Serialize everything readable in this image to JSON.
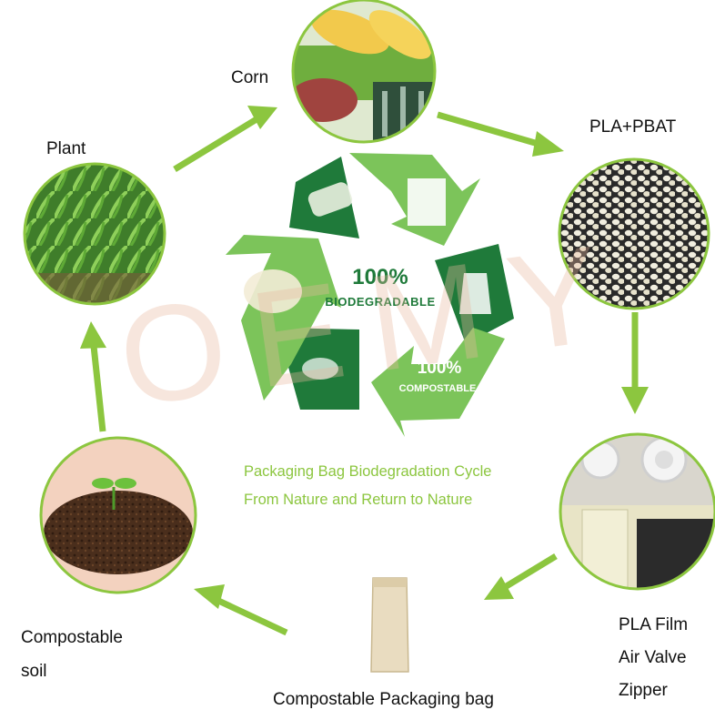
{
  "labels": {
    "corn": "Corn",
    "plant": "Plant",
    "pla_pbat": "PLA+PBAT",
    "compostable": "Compostable",
    "soil": "soil",
    "pla_film": "PLA Film",
    "air_valve": "Air Valve",
    "zipper": "Zipper",
    "compostable_bag": "Compostable Packaging bag"
  },
  "center": {
    "biodegradable_pct": "100%",
    "biodegradable_word": "BIODEGRADABLE",
    "compostable_pct": "100%",
    "compostable_word": "COMPOSTABLE"
  },
  "caption": {
    "line1": "Packaging Bag Biodegradation Cycle",
    "line2": "From Nature and Return to Nature"
  },
  "watermark": "OEMY",
  "colors": {
    "arrow_green": "#8cc63f",
    "dark_green": "#1f7a3a",
    "light_green": "#7cc45a",
    "circle_border": "#8cc63f",
    "caption": "#8cc63f"
  }
}
